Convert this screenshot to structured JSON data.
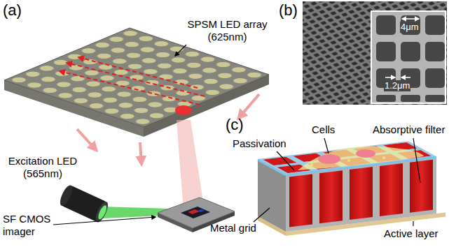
{
  "diagram": {
    "labels": [
      "(a)",
      "SPSM LED array (625nm)",
      "(b)",
      "4μm",
      "1.2μm",
      "Excitation LED (565nm)",
      "SF CMOS imager",
      "(c)",
      "Cells",
      "Absorptive filter",
      "Passivation",
      "Metal grid",
      "Active layer"
    ]
  }
}
